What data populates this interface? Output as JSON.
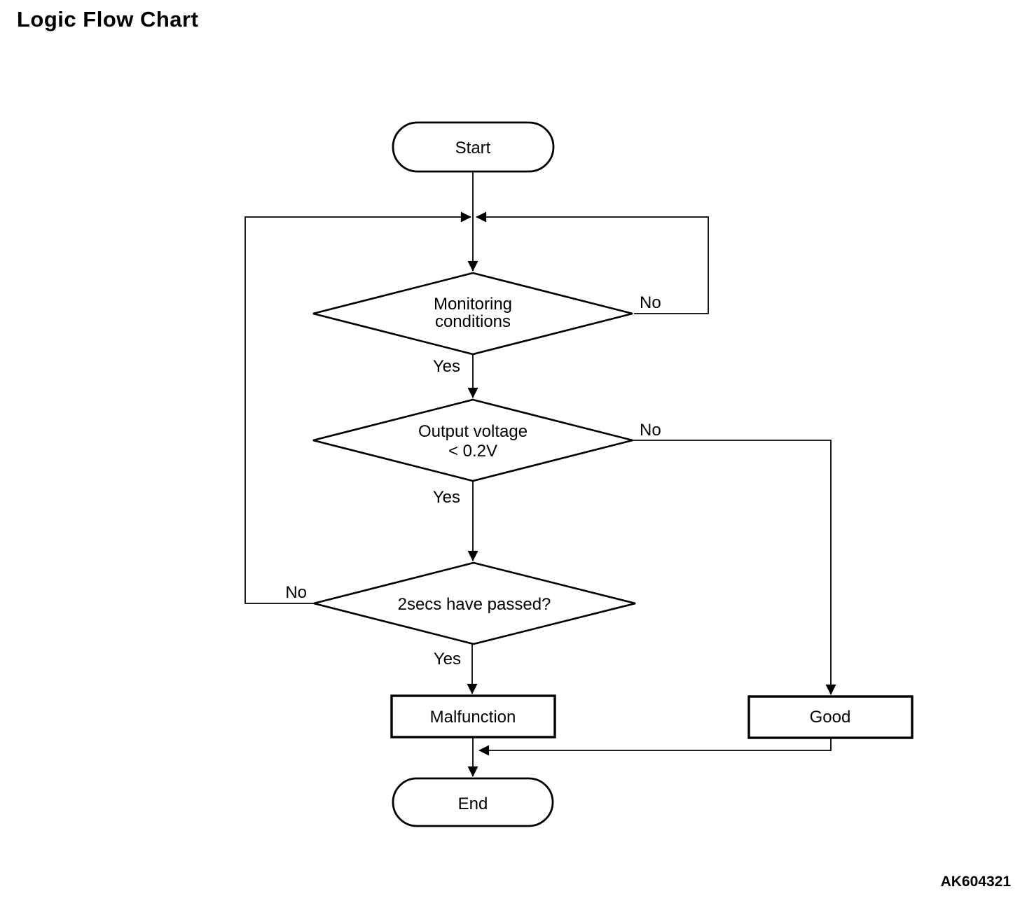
{
  "page": {
    "title": "Logic Flow Chart",
    "figure_code": "AK604321",
    "background": "#ffffff",
    "ink": "#000000"
  },
  "flowchart": {
    "nodes": {
      "start": {
        "type": "terminator",
        "label": "Start"
      },
      "monitoring_conditions": {
        "type": "decision",
        "line1": "Monitoring",
        "line2": "conditions"
      },
      "output_voltage": {
        "type": "decision",
        "line1": "Output voltage",
        "line2": "< 0.2V"
      },
      "two_secs_passed": {
        "type": "decision",
        "label": "2secs have passed?"
      },
      "malfunction": {
        "type": "process",
        "label": "Malfunction"
      },
      "good": {
        "type": "process",
        "label": "Good"
      },
      "end": {
        "type": "terminator",
        "label": "End"
      }
    },
    "edges": {
      "monitoring_yes": {
        "label": "Yes",
        "from": "monitoring_conditions",
        "to": "output_voltage"
      },
      "monitoring_no": {
        "label": "No",
        "from": "monitoring_conditions",
        "to": "loop_back_top"
      },
      "output_yes": {
        "label": "Yes",
        "from": "output_voltage",
        "to": "two_secs_passed"
      },
      "output_no": {
        "label": "No",
        "from": "output_voltage",
        "to": "good"
      },
      "two_secs_yes": {
        "label": "Yes",
        "from": "two_secs_passed",
        "to": "malfunction"
      },
      "two_secs_no": {
        "label": "No",
        "from": "two_secs_passed",
        "to": "loop_back_top"
      }
    }
  }
}
